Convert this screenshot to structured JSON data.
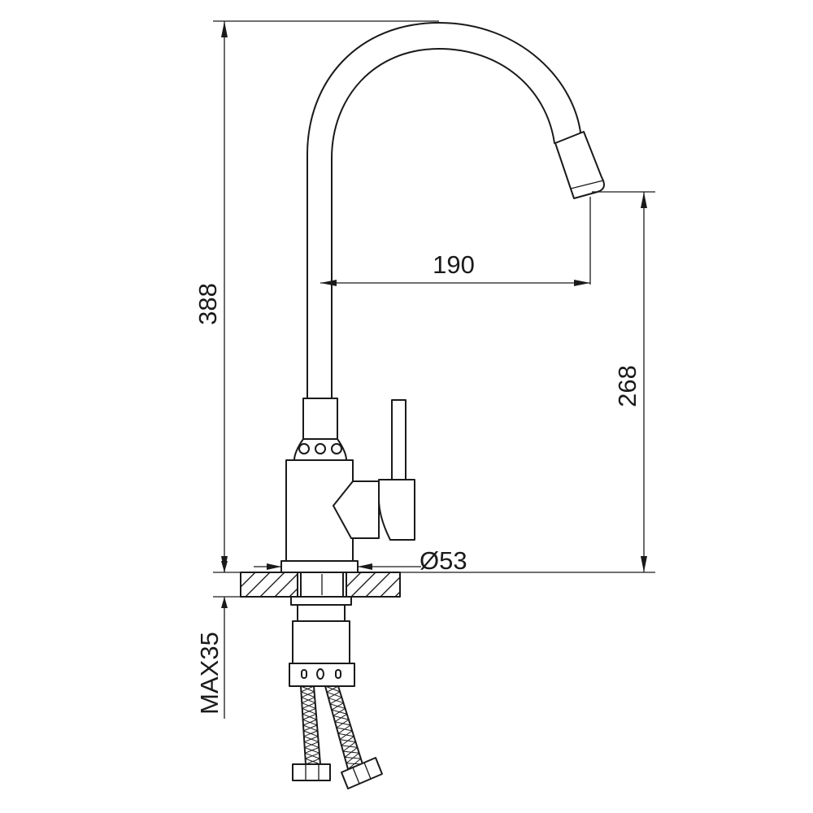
{
  "drawing": {
    "dimensions": {
      "total_height": "388",
      "spout_reach": "190",
      "spout_height": "268",
      "base_diameter": "Ø53",
      "max_countertop": "MAX35"
    },
    "color": "#1a1a1a"
  }
}
